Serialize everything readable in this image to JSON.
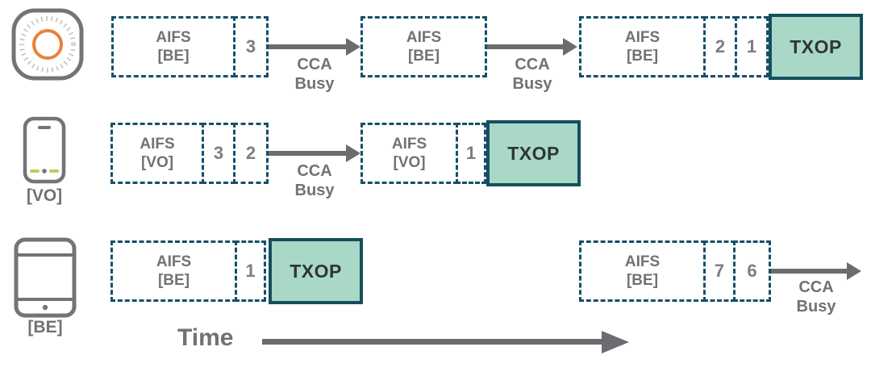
{
  "colors": {
    "dashed_border": "#15506b",
    "txop_fill": "#a9d8c7",
    "txop_border": "#154f5e",
    "label_gray": "#717276",
    "arrow_gray": "#6b6c6f",
    "icon_stroke": "#737477",
    "detector_ring_orange": "#e8823d",
    "phone_accent_green": "#b9cf57"
  },
  "time_axis": {
    "label": "Time",
    "icon": "arrow-right-icon"
  },
  "rows": [
    {
      "device_icon": "smoke-detector-icon",
      "device_label": "",
      "aifs_boxes": [
        {
          "l1": "AIFS",
          "l2": "[BE]"
        },
        {
          "l1": "AIFS",
          "l2": "[BE]"
        },
        {
          "l1": "AIFS",
          "l2": "[BE]"
        }
      ],
      "counters": [
        "3",
        "2",
        "1"
      ],
      "cca_labels": [
        {
          "l1": "CCA",
          "l2": "Busy"
        },
        {
          "l1": "CCA",
          "l2": "Busy"
        }
      ],
      "txop_label": "TXOP"
    },
    {
      "device_icon": "smartphone-icon",
      "device_label": "[VO]",
      "aifs_boxes": [
        {
          "l1": "AIFS",
          "l2": "[VO]"
        },
        {
          "l1": "AIFS",
          "l2": "[VO]"
        }
      ],
      "counters": [
        "3",
        "2",
        "1"
      ],
      "cca_labels": [
        {
          "l1": "CCA",
          "l2": "Busy"
        }
      ],
      "txop_label": "TXOP"
    },
    {
      "device_icon": "tablet-icon",
      "device_label": "[BE]",
      "aifs_boxes": [
        {
          "l1": "AIFS",
          "l2": "[BE]"
        },
        {
          "l1": "AIFS",
          "l2": "[BE]"
        }
      ],
      "counters": [
        "1",
        "7",
        "6"
      ],
      "cca_labels": [
        {
          "l1": "CCA",
          "l2": "Busy"
        }
      ],
      "txop_label": "TXOP"
    }
  ]
}
